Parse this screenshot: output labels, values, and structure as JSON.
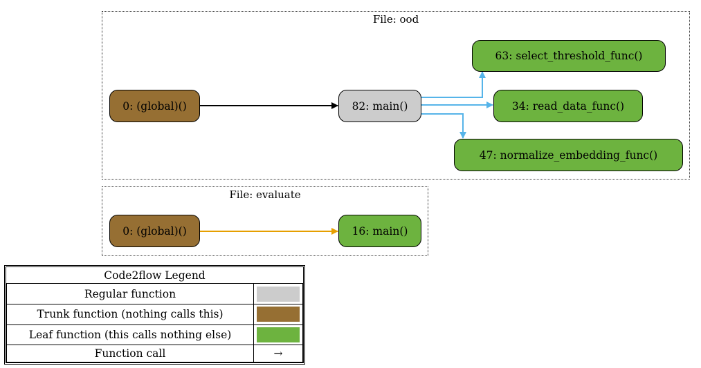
{
  "clusters": {
    "ood": {
      "title": "File: ood"
    },
    "evaluate": {
      "title": "File: evaluate"
    }
  },
  "nodes": {
    "ood_global": "0: (global)()",
    "ood_main": "82: main()",
    "select_threshold": "63: select_threshold_func()",
    "read_data": "34: read_data_func()",
    "normalize_embedding": "47: normalize_embedding_func()",
    "evaluate_global": "0: (global)()",
    "evaluate_main": "16: main()"
  },
  "legend": {
    "title": "Code2flow Legend",
    "rows": [
      {
        "label": "Regular function",
        "color": "#cccccc"
      },
      {
        "label": "Trunk function (nothing calls this)",
        "color": "#966f33"
      },
      {
        "label": "Leaf function (this calls nothing else)",
        "color": "#6db33f"
      },
      {
        "label": "Function call",
        "symbol": "→"
      }
    ]
  },
  "colors": {
    "black_edge": "#000000",
    "blue_edge": "#56b4e9",
    "orange_edge": "#e69f00"
  }
}
